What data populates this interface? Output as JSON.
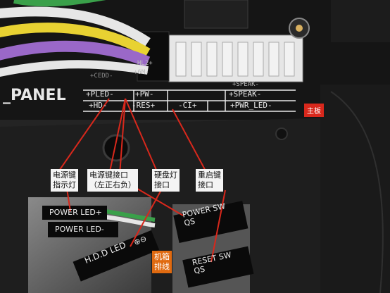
{
  "board": {
    "panel_text": "_PANEL",
    "row1": [
      "+PLED-",
      "+PW-",
      "+SPEAK-"
    ],
    "row2": [
      "+HD-",
      "-RES+",
      "-CI+",
      "+PWR_LED-"
    ],
    "small_text": [
      "HL2+",
      "+6M-",
      "+CEDD-",
      "+SPEAK-"
    ],
    "tag": "主板"
  },
  "labels": {
    "power_led": "电源键\n指示灯",
    "power_switch": "电源键接口\n（左正右负）",
    "hdd_led": "硬盘灯\n接口",
    "reset": "重启键\n接口",
    "case_wires": "机箱\n排线"
  },
  "cables": {
    "power_led_plus": "POWER LED+",
    "power_led_minus": "POWER LED-",
    "hdd_led": "H.D.D LED",
    "hdd_signs": "⊕⊖",
    "power_sw": "POWER SW\nQS",
    "reset_sw": "RESET SW\nQS"
  },
  "colors": {
    "board_silk": "#e8e8e8",
    "accent_red": "#d8281c",
    "accent_orange": "#e06a10",
    "wire_yellow": "#e8d232",
    "wire_purple": "#9a68c8",
    "wire_green": "#3aa04a",
    "wire_white": "#e6e6e6"
  }
}
